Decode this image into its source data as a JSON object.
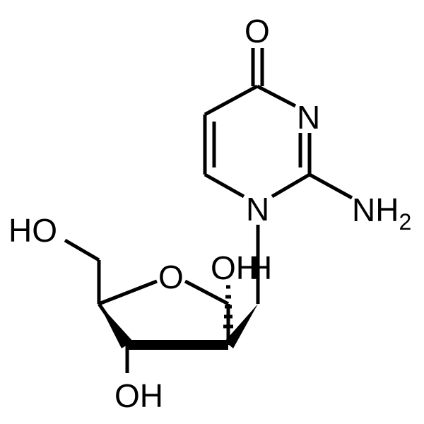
{
  "molecule": {
    "atoms": {
      "o_carbonyl": "O",
      "n_ring": "N",
      "n_glycosidic": "N",
      "nh2": "NH",
      "nh2_sub": "2",
      "oh_5prime": "HO",
      "o_ring": "O",
      "oh_2prime": "OH",
      "h_1prime": "H",
      "oh_3prime": "OH"
    },
    "colors": {
      "ink": "#000000",
      "background": "#ffffff"
    }
  }
}
